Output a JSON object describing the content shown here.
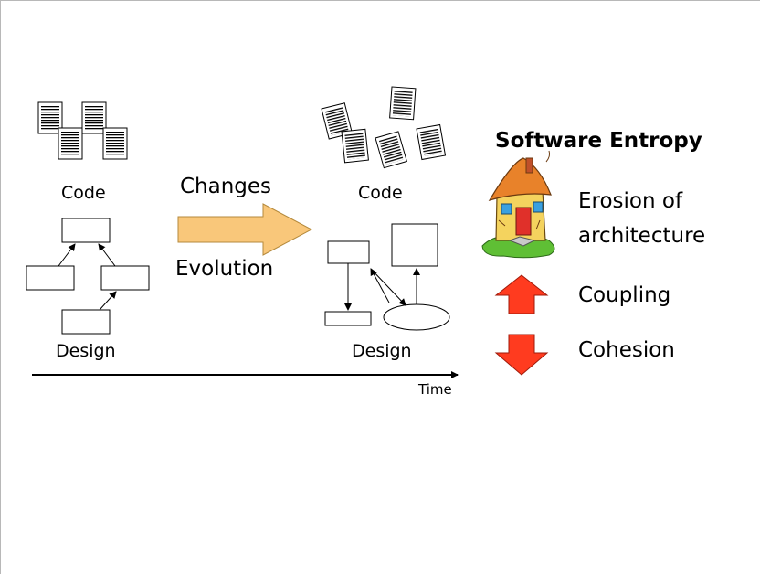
{
  "left": {
    "code_label": "Code",
    "design_label": "Design"
  },
  "transition": {
    "changes_label": "Changes",
    "evolution_label": "Evolution",
    "arrow_color": "#f9c77a"
  },
  "right": {
    "code_label": "Code",
    "design_label": "Design"
  },
  "timeline": {
    "time_label": "Time"
  },
  "entropy": {
    "title": "Software Entropy",
    "erosion_label": "Erosion of\narchitecture",
    "erosion_line1": "Erosion of",
    "erosion_line2": "architecture",
    "coupling_label": "Coupling",
    "cohesion_label": "Cohesion",
    "indicator_color": "#ff3b1f",
    "coupling_trend": "up",
    "cohesion_trend": "down"
  }
}
